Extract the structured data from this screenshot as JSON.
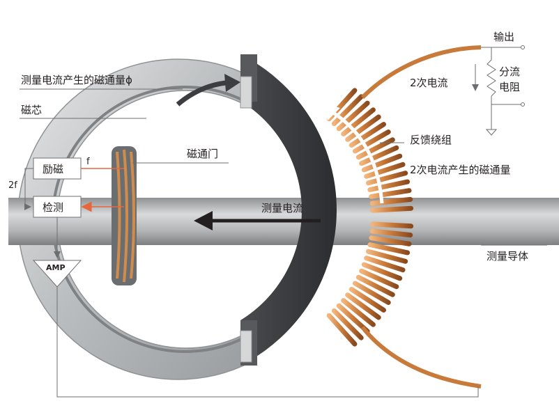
{
  "labels": {
    "flux_by_measured_current": "测量电流产生的磁通量ϕ",
    "core": "磁芯",
    "gate": "磁通门",
    "excitation": "励磁",
    "detection": "检测",
    "freq_f": "f",
    "freq_2f": "2f",
    "amp": "AMP",
    "output": "输出",
    "secondary_current": "2次电流",
    "shunt_resistor_line1": "分流",
    "shunt_resistor_line2": "电阻",
    "feedback_winding": "反馈绕组",
    "flux_by_secondary_current": "2次电流产生的磁通量",
    "measured_current": "测量电流",
    "measured_conductor": "测量导体"
  },
  "colors": {
    "core_metal": "#b9bcbe",
    "core_dark": "#3c3d40",
    "copper": "#c87a3a",
    "conductor": "#b7b9bb",
    "signal_red": "#e8663b",
    "line": "#6d6e71"
  }
}
